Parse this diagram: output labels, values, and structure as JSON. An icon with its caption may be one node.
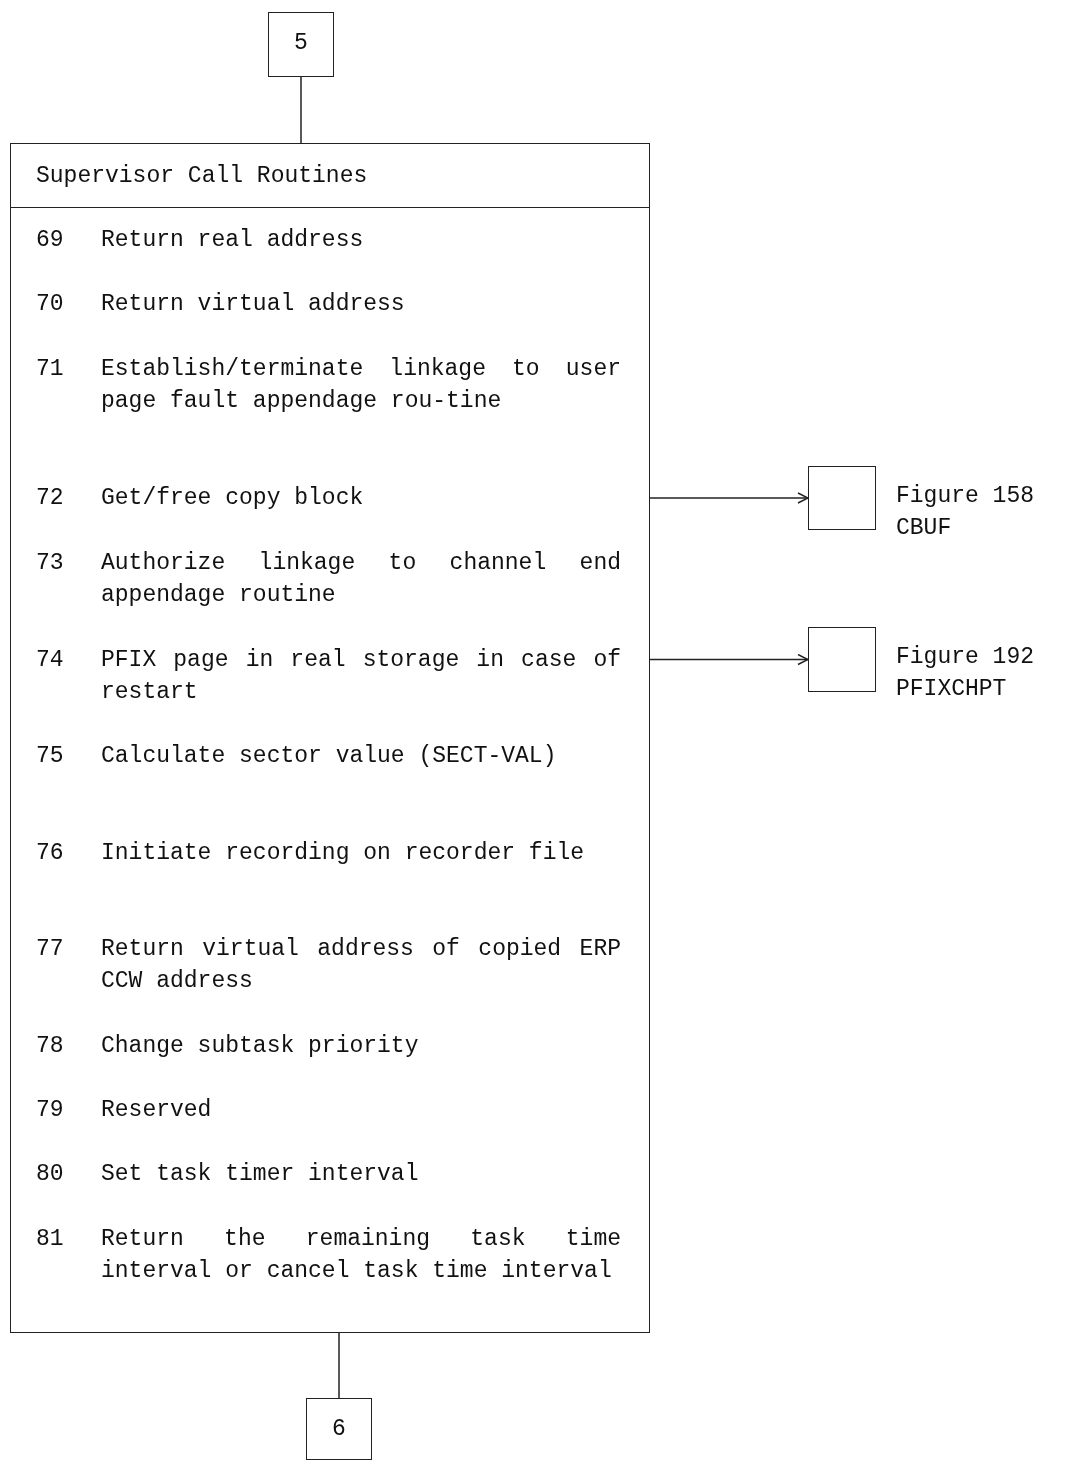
{
  "diagram": {
    "nodes": [
      {
        "text": [
          "5"
        ]
      },
      {
        "text": [
          "Supervisor Call Routines",
          "69",
          "Return real address",
          "70",
          "Return virtual address",
          "71",
          "Establish/terminate linkage to user page fault appendage rou-tine",
          "72",
          "Get/free copy block",
          "73",
          "Authorize linkage to channel end appendage routine",
          "74",
          "PFIX page in real storage in case of restart",
          "75",
          "Calculate sector value (SECT-VAL)",
          "76",
          "Initiate recording on recorder file",
          "77",
          "Return virtual address of copied ERP CCW address",
          "78",
          "Change subtask priority",
          "79",
          "Reserved",
          "80",
          "Set task timer interval",
          "81",
          "Return the remaining task time interval or cancel task time interval"
        ]
      },
      {
        "text": [],
        "shape": "box",
        "beside": [
          "Figure 158",
          "CBUF"
        ]
      },
      {
        "text": [],
        "shape": "box",
        "beside": [
          "Figure 192",
          "PFIXCHPT"
        ]
      },
      {
        "text": [
          "6"
        ]
      }
    ],
    "edges": [
      {
        "from": 0,
        "to": 1,
        "arrow": "none"
      },
      {
        "from": 1,
        "to": 2,
        "arrow": "to"
      },
      {
        "from": 1,
        "to": 3,
        "arrow": "to"
      },
      {
        "from": 1,
        "to": 4,
        "arrow": "none"
      }
    ]
  }
}
